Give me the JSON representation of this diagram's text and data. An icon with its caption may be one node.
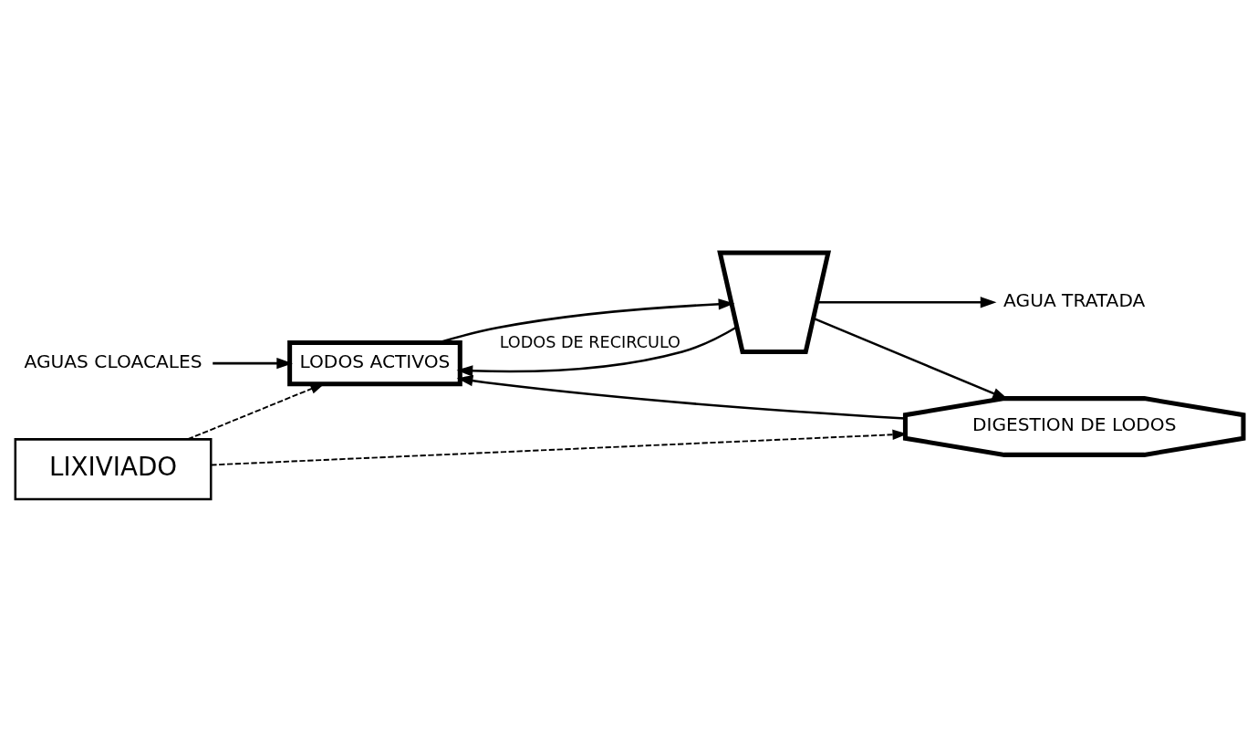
{
  "diagram": {
    "nodes": [
      {
        "text": [
          "AGUAS CLOACALES"
        ]
      },
      {
        "text": [
          "LODOS ACTIVOS"
        ]
      },
      {
        "text": [],
        "shape": "tank"
      },
      {
        "text": [
          "AGUA TRATADA"
        ]
      },
      {
        "text": [
          "LIXIVIADO"
        ]
      },
      {
        "text": [
          "DIGESTION DE LODOS"
        ]
      }
    ],
    "edges": [
      {
        "from": 0,
        "to": 1,
        "arrow": "to"
      },
      {
        "from": 1,
        "to": 2,
        "arrow": "to"
      },
      {
        "from": 2,
        "to": 3,
        "arrow": "to"
      },
      {
        "from": 2,
        "to": 5,
        "arrow": "to"
      },
      {
        "from": 2,
        "to": 1,
        "arrow": "to",
        "label": "LODOS DE RECIRCULO"
      },
      {
        "from": 5,
        "to": 1,
        "arrow": "to"
      },
      {
        "from": 4,
        "to": 1,
        "arrow": "to",
        "style": "dashed"
      },
      {
        "from": 4,
        "to": 5,
        "arrow": "to",
        "style": "dashed"
      }
    ]
  }
}
